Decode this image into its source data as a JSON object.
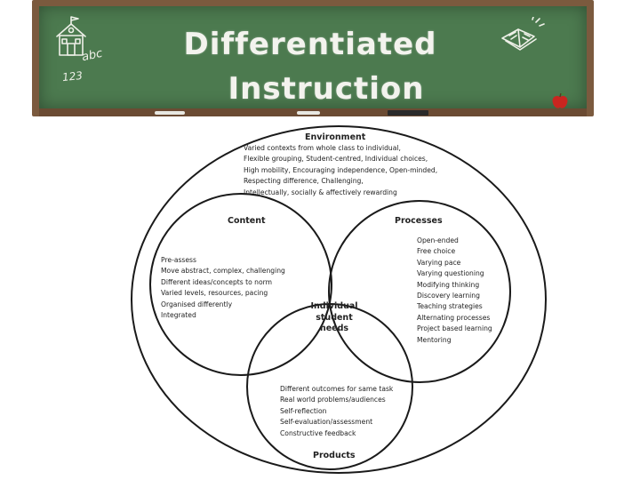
{
  "header": {
    "title_line1": "Differentiated",
    "title_line2": "Instruction",
    "doodle_abc": "abc",
    "doodle_123": "123"
  },
  "colors": {
    "board_green": "#4c7a4f",
    "frame_brown": "#7b5a3e",
    "chalk_white": "#f3f3ee",
    "ink": "#222222"
  },
  "diagram": {
    "environment": {
      "heading": "Environment",
      "items": [
        "Varied contexts from whole class to individual,",
        "Flexible grouping, Student-centred, Individual choices,",
        "High mobility, Encouraging independence, Open-minded,",
        "Respecting difference, Challenging,",
        "Intellectually, socially & affectively rewarding"
      ]
    },
    "content": {
      "heading": "Content",
      "items": [
        "Pre-assess",
        "Move abstract, complex, challenging",
        "Different ideas/concepts to norm",
        "Varied levels, resources, pacing",
        "Organised differently",
        "Integrated"
      ]
    },
    "processes": {
      "heading": "Processes",
      "items": [
        "Open-ended",
        "Free choice",
        "Varying pace",
        "Varying questioning",
        "Modifying thinking",
        "Discovery learning",
        "Teaching strategies",
        "Alternating processes",
        "Project based learning",
        "Mentoring"
      ]
    },
    "products": {
      "heading": "Products",
      "items": [
        "Different outcomes for same task",
        "Real world problems/audiences",
        "Self-reflection",
        "Self-evaluation/assessment",
        "Constructive feedback"
      ]
    },
    "center": {
      "line1": "Individual",
      "line2": "student",
      "line3": "needs"
    }
  }
}
